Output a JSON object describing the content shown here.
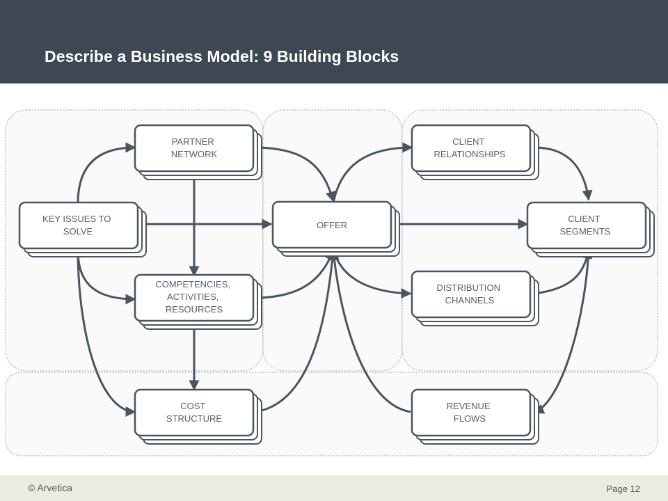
{
  "header": {
    "title": "Describe a Business Model: 9 Building Blocks"
  },
  "blocks": {
    "partner_network": [
      "PARTNER",
      "NETWORK"
    ],
    "key_issues": [
      "KEY ISSUES TO",
      "SOLVE"
    ],
    "competencies": [
      "COMPETENCIES,",
      "ACTIVITIES,",
      "RESOURCES"
    ],
    "cost_structure": [
      "COST",
      "STRUCTURE"
    ],
    "offer": [
      "OFFER"
    ],
    "client_relationships": [
      "CLIENT",
      "RELATIONSHIPS"
    ],
    "client_segments": [
      "CLIENT",
      "SEGMENTS"
    ],
    "distribution_channels": [
      "DISTRIBUTION",
      "CHANNELS"
    ],
    "revenue_flows": [
      "REVENUE",
      "FLOWS"
    ]
  },
  "footer": {
    "copyright": "© Arvetica",
    "page": "Page 12"
  },
  "colors": {
    "header_bg": "#3d4853",
    "footer_bg": "#ecebe0",
    "arrow": "#4a5560",
    "block_border": "#4a5560"
  }
}
